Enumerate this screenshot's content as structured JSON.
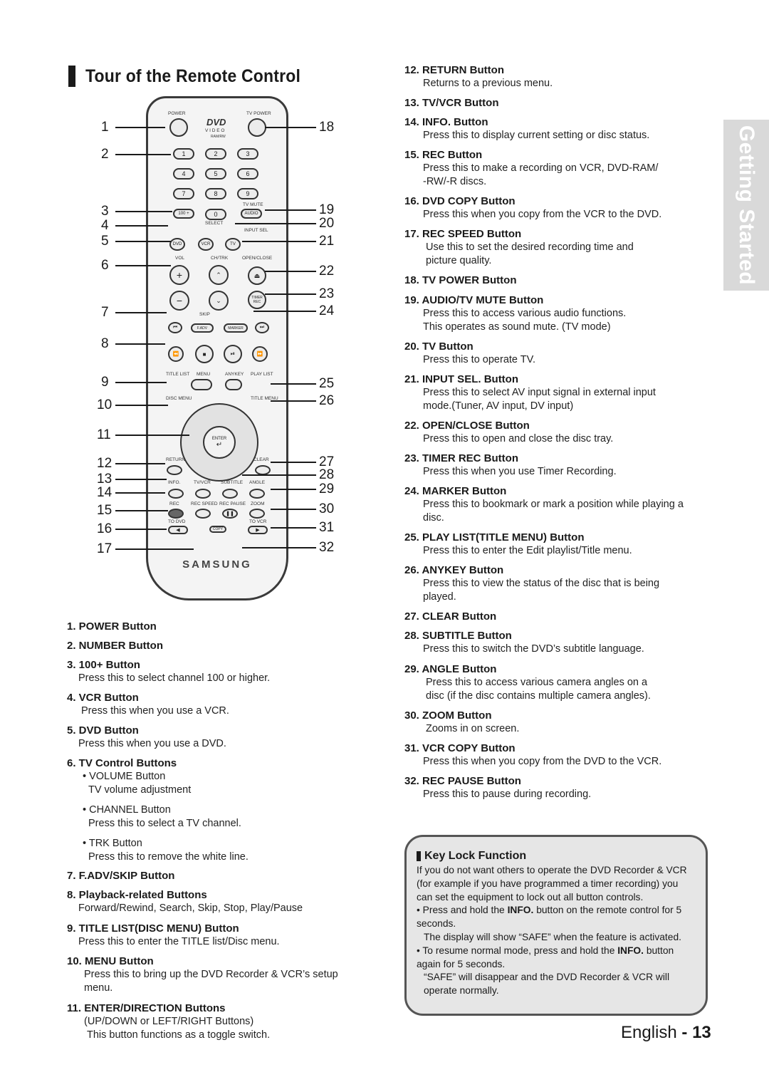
{
  "section_title": "Tour of the Remote Control",
  "side_tab": "Getting Started",
  "remote": {
    "labels": {
      "power": "POWER",
      "tv_power": "TV POWER",
      "dvd_logo": "DVD",
      "video": "V I D E O",
      "ram_rw": "RAM/RW",
      "n1": "1",
      "n2": "2",
      "n3": "3",
      "n4": "4",
      "n5": "5",
      "n6": "6",
      "n7": "7",
      "n8": "8",
      "n9": "9",
      "n0": "0",
      "hundred": "100 +",
      "audio": "AUDIO",
      "tv_mute": "TV MUTE",
      "select": "SELECT",
      "input_sel": "INPUT SEL",
      "dvd": "DVD",
      "vcr": "VCR",
      "tv": "TV",
      "vol": "VOL",
      "ch_trk": "CH/TRK",
      "open_close": "OPEN/CLOSE",
      "plus": "+",
      "minus": "−",
      "timer_rec": "TIMER REC",
      "skip": "SKIP",
      "f_adv": "F.ADV",
      "marker": "MARKER",
      "title_list": "TITLE LIST",
      "menu": "MENU",
      "anykey": "ANYKEY",
      "play_list": "PLAY LIST",
      "disc_menu": "DISC MENU",
      "title_menu": "TITLE MENU",
      "enter": "ENTER",
      "return": "RETURN",
      "clear": "CLEAR",
      "info": "INFO.",
      "tv_vcr": "TV/VCR",
      "subtitle": "SUBTITLE",
      "angle": "ANGLE",
      "rec": "REC",
      "rec_speed": "REC SPEED",
      "rec_pause": "REC PAUSE",
      "zoom": "ZOOM",
      "to_dvd": "TO DVD",
      "to_vcr": "TO VCR",
      "copy": "COPY",
      "brand": "SAMSUNG"
    },
    "callouts_left": [
      "1",
      "2",
      "3",
      "4",
      "5",
      "6",
      "7",
      "8",
      "9",
      "10",
      "11",
      "12",
      "13",
      "14",
      "15",
      "16",
      "17"
    ],
    "callouts_right": [
      "18",
      "19",
      "20",
      "21",
      "22",
      "23",
      "24",
      "25",
      "26",
      "27",
      "28",
      "29",
      "30",
      "31",
      "32"
    ]
  },
  "left_items": [
    {
      "title": "1. POWER Button",
      "desc": []
    },
    {
      "title": "2. NUMBER Button",
      "desc": []
    },
    {
      "title": "3. 100+ Button",
      "desc": [
        "Press this to select channel 100 or higher."
      ]
    },
    {
      "title": "4. VCR Button",
      "desc": [
        "Press this when you use a VCR."
      ]
    },
    {
      "title": "5. DVD Button",
      "desc": [
        "Press this when you use a DVD."
      ]
    },
    {
      "title": "6. TV Control Buttons",
      "desc": [
        "• VOLUME Button",
        "TV volume adjustment",
        "",
        "• CHANNEL Button",
        "Press this to select a TV channel.",
        "",
        "• TRK Button",
        "Press this to remove the white line."
      ]
    },
    {
      "title": "7. F.ADV/SKIP Button",
      "desc": []
    },
    {
      "title": "8. Playback-related Buttons",
      "desc": [
        "Forward/Rewind, Search, Skip, Stop, Play/Pause"
      ]
    },
    {
      "title": "9. TITLE LIST(DISC MENU) Button",
      "desc": [
        "Press this to enter the TITLE list/Disc menu."
      ]
    },
    {
      "title": "10. MENU Button",
      "desc": [
        "Press this to bring up the DVD Recorder & VCR’s setup",
        "menu."
      ]
    },
    {
      "title": "11. ENTER/DIRECTION Buttons",
      "desc": [
        "(UP/DOWN or LEFT/RIGHT Buttons)",
        "This button functions as a toggle switch."
      ]
    }
  ],
  "right_items": [
    {
      "title": "12. RETURN Button",
      "desc": [
        "Returns to a previous menu."
      ]
    },
    {
      "title": "13. TV/VCR Button",
      "desc": []
    },
    {
      "title": "14. INFO. Button",
      "desc": [
        "Press this to display current setting or disc status."
      ]
    },
    {
      "title": "15. REC Button",
      "desc": [
        "Press this to make a recording on VCR, DVD-RAM/",
        "-RW/-R discs."
      ]
    },
    {
      "title": "16. DVD COPY Button",
      "desc": [
        "Press this when you copy from the VCR to the DVD."
      ]
    },
    {
      "title": "17. REC SPEED Button",
      "desc": [
        "Use this to set the desired recording time and",
        "picture quality."
      ]
    },
    {
      "title": "18. TV POWER Button",
      "desc": []
    },
    {
      "title": "19. AUDIO/TV MUTE Button",
      "desc": [
        "Press this to access various audio functions.",
        "This operates as sound mute. (TV mode)"
      ]
    },
    {
      "title": "20. TV Button",
      "desc": [
        "Press this to operate TV."
      ]
    },
    {
      "title": "21. INPUT SEL. Button",
      "desc": [
        "Press this to select AV input signal in external input",
        "mode.(Tuner, AV input, DV input)"
      ]
    },
    {
      "title": "22. OPEN/CLOSE Button",
      "desc": [
        "Press this to open and close the disc tray."
      ]
    },
    {
      "title": "23. TIMER REC Button",
      "desc": [
        "Press this when you use Timer Recording."
      ]
    },
    {
      "title": "24. MARKER Button",
      "desc": [
        "Press this to bookmark or mark a position while playing a",
        "disc."
      ]
    },
    {
      "title": "25. PLAY LIST(TITLE MENU) Button",
      "desc": [
        "Press this to enter the Edit playlist/Title menu."
      ]
    },
    {
      "title": "26. ANYKEY Button",
      "desc": [
        "Press this to view the status of the disc that is being",
        "played."
      ]
    },
    {
      "title": "27. CLEAR Button",
      "desc": []
    },
    {
      "title": "28. SUBTITLE Button",
      "desc": [
        "Press this to switch the DVD’s subtitle language."
      ]
    },
    {
      "title": "29. ANGLE Button",
      "desc": [
        "Press this to access various camera angles on a",
        "disc (if the disc contains multiple camera angles)."
      ]
    },
    {
      "title": "30. ZOOM Button",
      "desc": [
        "Zooms in on screen."
      ]
    },
    {
      "title": "31. VCR COPY Button",
      "desc": [
        "Press this when you copy from the DVD to the VCR."
      ]
    },
    {
      "title": "32. REC PAUSE Button",
      "desc": [
        "Press this to pause during recording."
      ]
    }
  ],
  "key_lock": {
    "title": "Key Lock Function",
    "intro": "If you do not want others to operate the DVD Recorder & VCR (for example if you have programmed a timer recording) you can set the equipment to lock out all button controls.",
    "b1_pre": "• Press and hold the ",
    "b1_bold": "INFO.",
    "b1_post": " button on the remote control for 5 seconds.",
    "b1_note": "The display will show “SAFE” when the feature is activated.",
    "b2_pre": "• To resume normal mode, press and hold the ",
    "b2_bold": "INFO.",
    "b2_post": " button again for 5 seconds.",
    "b2_note": "“SAFE” will disappear and the DVD Recorder & VCR will operate normally."
  },
  "footer": {
    "lang": "English",
    "sep": "-",
    "page": "13"
  }
}
